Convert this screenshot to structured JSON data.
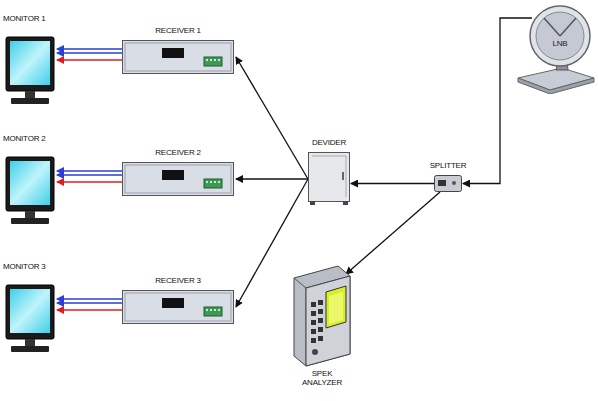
{
  "diagram": {
    "nodes": [
      {
        "text": [
          "MONITOR 1"
        ]
      },
      {
        "text": [
          "RECEIVER 1"
        ]
      },
      {
        "text": [
          "MONITOR 2"
        ]
      },
      {
        "text": [
          "RECEIVER 2"
        ]
      },
      {
        "text": [
          "MONITOR 3"
        ]
      },
      {
        "text": [
          "RECEIVER 3"
        ]
      },
      {
        "text": [
          "DEVIDER"
        ]
      },
      {
        "text": [
          "SPLITTER"
        ]
      },
      {
        "text": [
          "LNB"
        ]
      },
      {
        "text": [
          "SPEK ANALYZER"
        ]
      }
    ],
    "edges": [
      {
        "from": 1,
        "to": 0,
        "arrow": "to"
      },
      {
        "from": 3,
        "to": 2,
        "arrow": "to"
      },
      {
        "from": 5,
        "to": 4,
        "arrow": "to"
      },
      {
        "from": 6,
        "to": 1,
        "arrow": "to"
      },
      {
        "from": 6,
        "to": 3,
        "arrow": "to"
      },
      {
        "from": 6,
        "to": 5,
        "arrow": "to"
      },
      {
        "from": 7,
        "to": 6,
        "arrow": "to"
      },
      {
        "from": 7,
        "to": 9,
        "arrow": "to"
      },
      {
        "from": 8,
        "to": 7,
        "arrow": "to"
      }
    ]
  }
}
